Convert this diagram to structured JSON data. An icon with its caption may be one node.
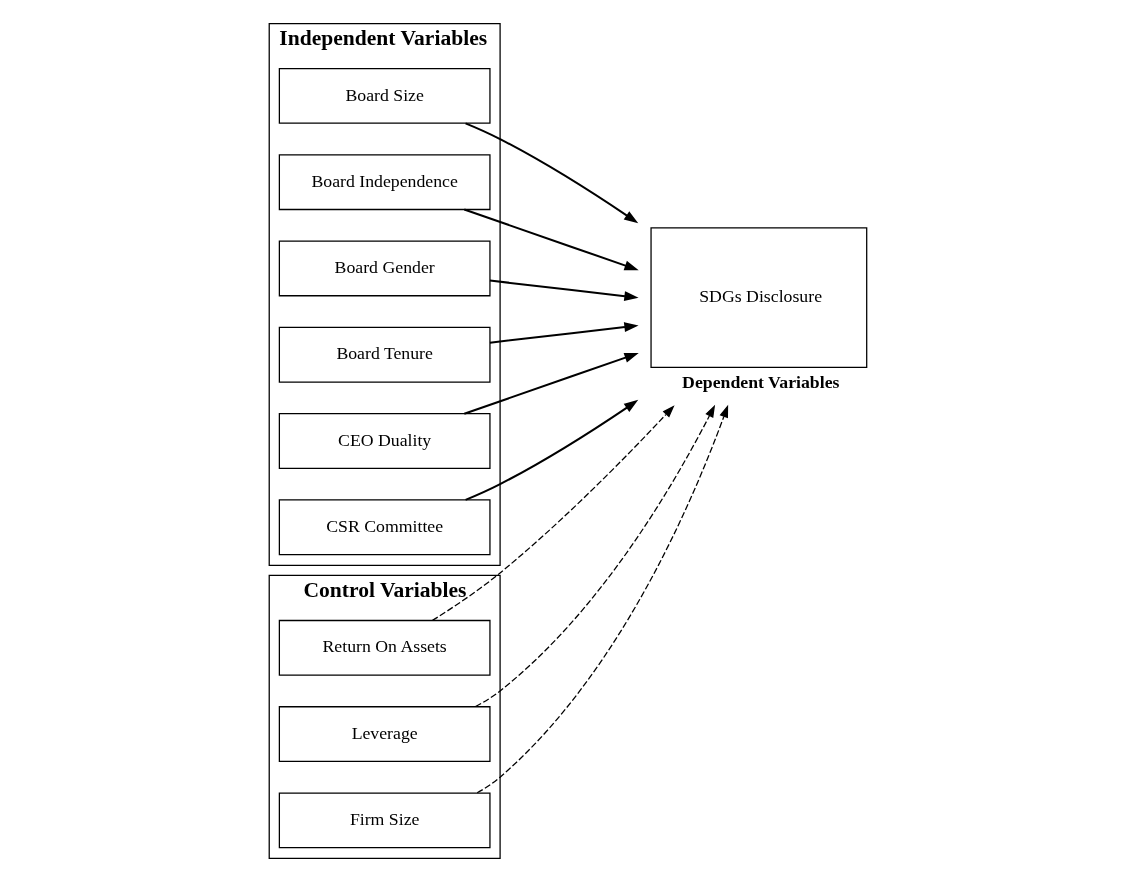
{
  "diagram": {
    "nodes": [
      {
        "text": [
          "Independent Variables"
        ]
      },
      {
        "text": [
          "Board Size"
        ],
        "in": 0
      },
      {
        "text": [
          "Board Independence"
        ],
        "in": 0
      },
      {
        "text": [
          "Board Gender"
        ],
        "in": 0
      },
      {
        "text": [
          "Board Tenure"
        ],
        "in": 0
      },
      {
        "text": [
          "CEO Duality"
        ],
        "in": 0
      },
      {
        "text": [
          "CSR Committee"
        ],
        "in": 0
      },
      {
        "text": [
          "Control Variables"
        ]
      },
      {
        "text": [
          "Return On Assets"
        ],
        "in": 7
      },
      {
        "text": [
          "Leverage"
        ],
        "in": 7
      },
      {
        "text": [
          "Firm Size"
        ],
        "in": 7
      },
      {
        "text": [
          "SDGs Disclosure"
        ],
        "beside": [
          "Dependent Variables"
        ]
      }
    ],
    "edges": [
      {
        "from": 1,
        "to": 11,
        "arrow": "to"
      },
      {
        "from": 2,
        "to": 11,
        "arrow": "to"
      },
      {
        "from": 3,
        "to": 11,
        "arrow": "to"
      },
      {
        "from": 4,
        "to": 11,
        "arrow": "to"
      },
      {
        "from": 5,
        "to": 11,
        "arrow": "to"
      },
      {
        "from": 6,
        "to": 11,
        "arrow": "to"
      },
      {
        "from": 8,
        "to": 11,
        "arrow": "to",
        "style": "dashed"
      },
      {
        "from": 10,
        "to": 11,
        "arrow": "to",
        "style": "dashed"
      },
      {
        "from": 9,
        "to": 11,
        "arrow": "to",
        "style": "dashed"
      }
    ]
  }
}
